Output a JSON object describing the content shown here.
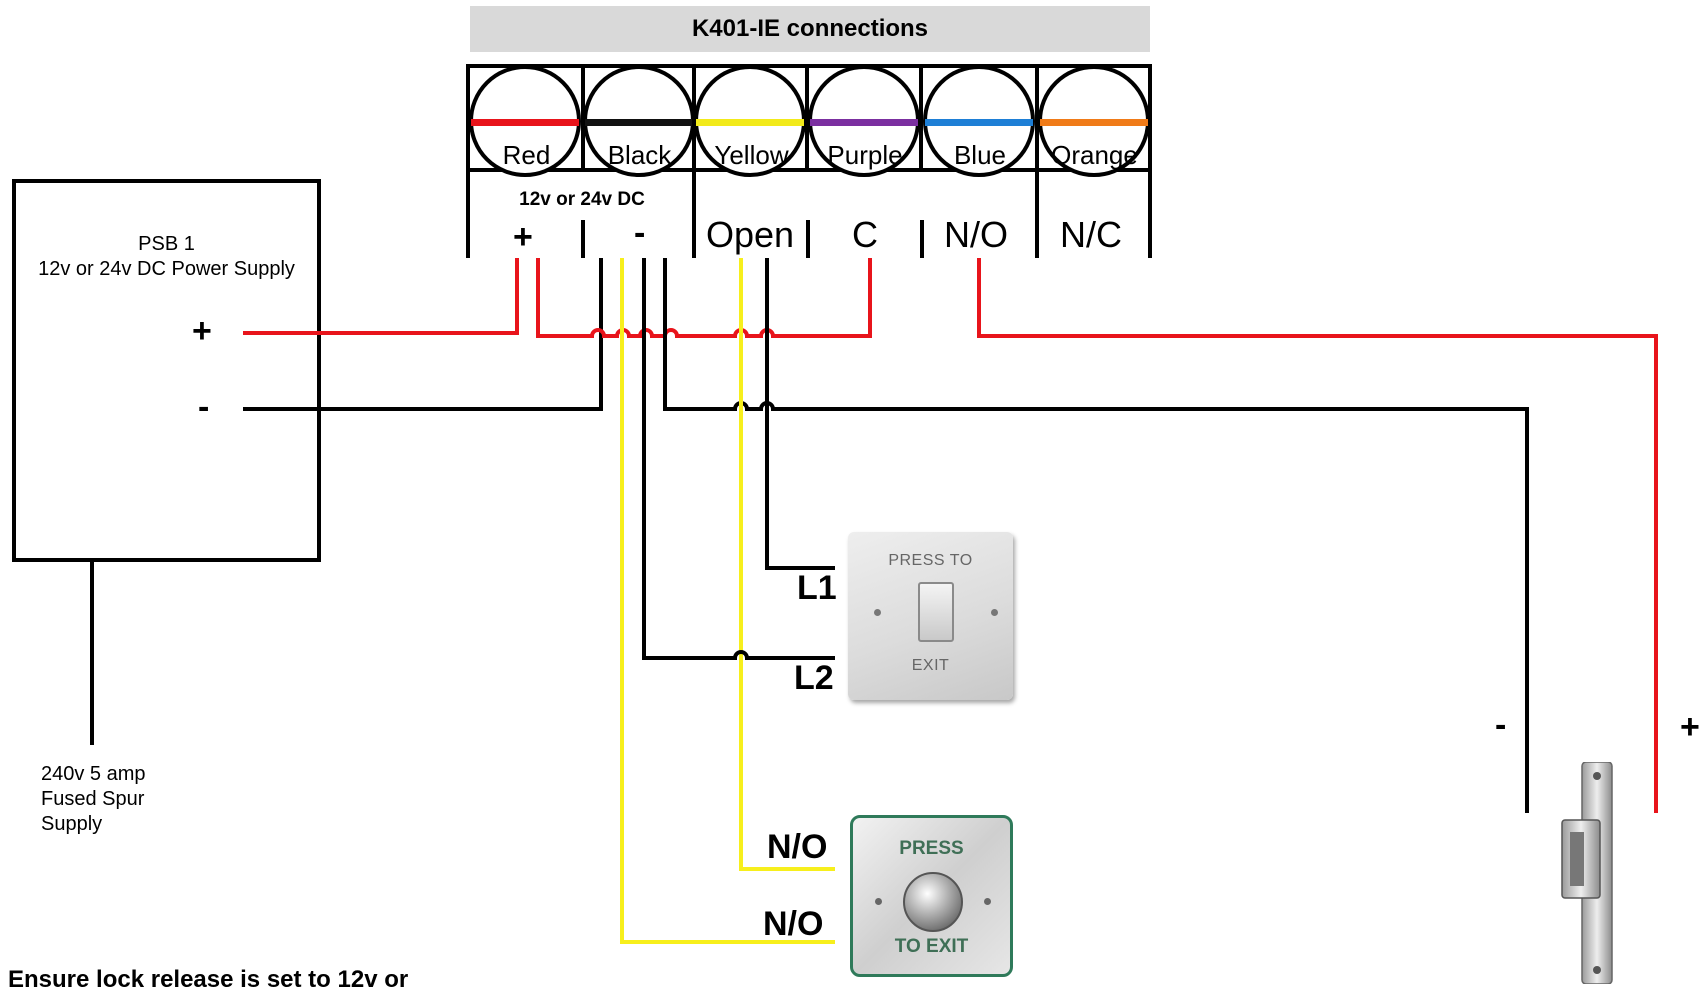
{
  "title": "K401-IE connections",
  "wire_colors": [
    {
      "label": "Red",
      "color": "#e8141b"
    },
    {
      "label": "Black",
      "color": "#111111"
    },
    {
      "label": "Yellow",
      "color": "#f2ea1a"
    },
    {
      "label": "Purple",
      "color": "#7b2fa0"
    },
    {
      "label": "Blue",
      "color": "#1e7fd6"
    },
    {
      "label": "Orange",
      "color": "#f07b18"
    }
  ],
  "supply_label": "12v or 24v DC",
  "terminals": {
    "plus": "+",
    "minus": "-",
    "open": "Open",
    "c": "C",
    "no": "N/O",
    "nc": "N/C"
  },
  "psu": {
    "name": "PSB 1",
    "desc": "12v or 24v DC Power Supply",
    "plus": "+",
    "minus": "-"
  },
  "mains": {
    "line1": "240v 5 amp",
    "line2": "Fused Spur",
    "line3": "Supply"
  },
  "exit_button_1": {
    "top_text": "PRESS TO",
    "bottom_text": "EXIT",
    "contact1": "L1",
    "contact2": "L2"
  },
  "exit_button_2": {
    "top_text": "PRESS",
    "bottom_text": "TO EXIT",
    "contact1": "N/O",
    "contact2": "N/O"
  },
  "lock": {
    "minus": "-",
    "plus": "+"
  },
  "note": "Ensure lock release is set to 12v or",
  "line_colors": {
    "red": "#e8141b",
    "black": "#000000",
    "yellow": "#f7ef1c"
  }
}
